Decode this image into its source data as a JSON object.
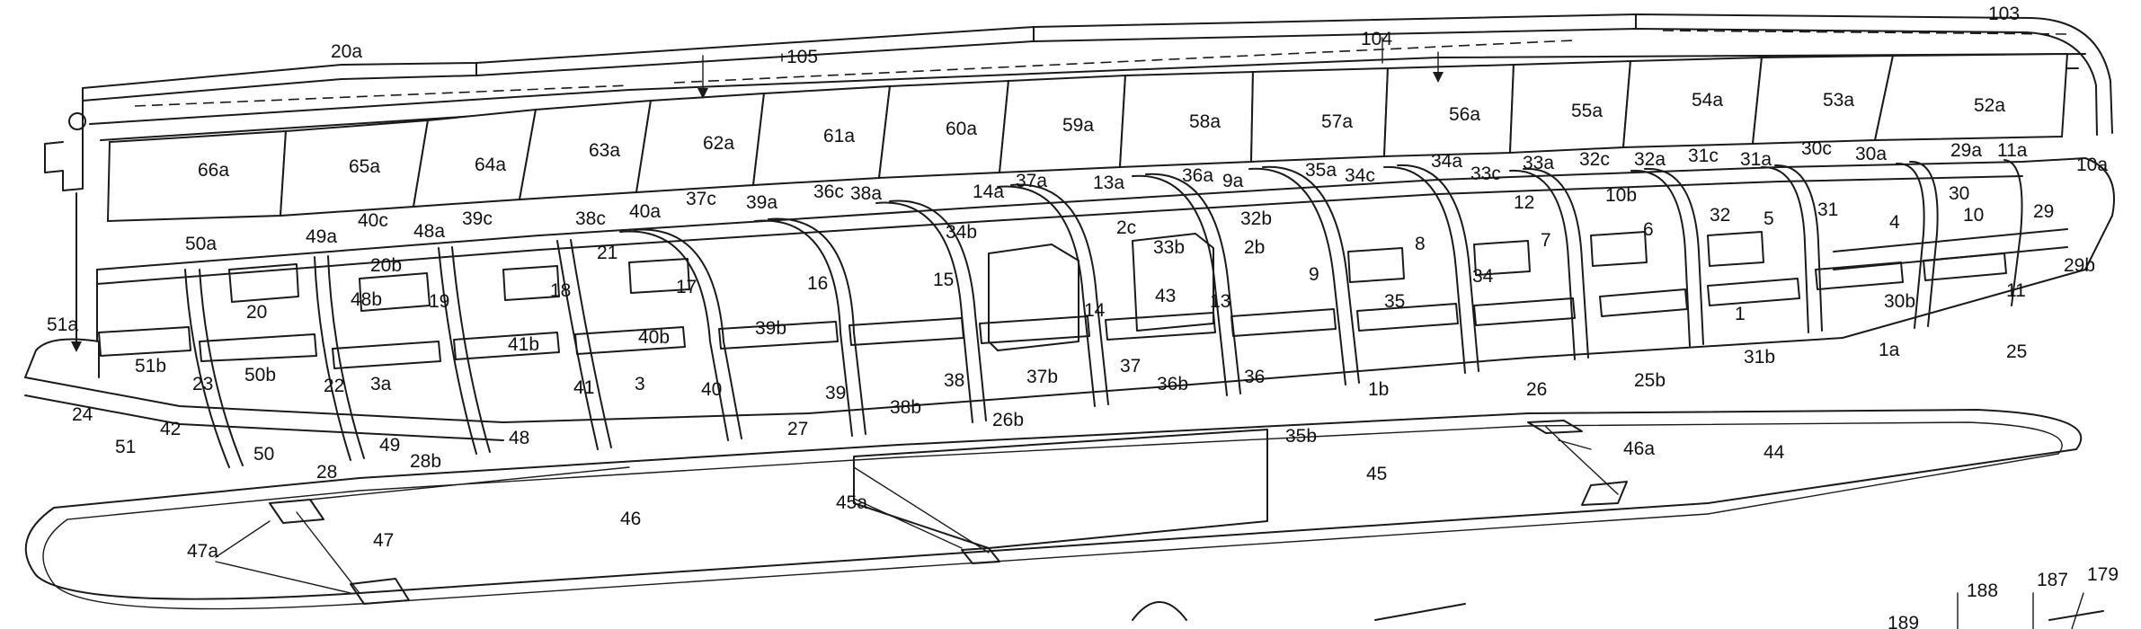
{
  "diagram": {
    "labels": [
      "103",
      "104",
      "105",
      "20a",
      "66a",
      "65a",
      "64a",
      "63a",
      "62a",
      "61a",
      "60a",
      "59a",
      "58a",
      "57a",
      "56a",
      "55a",
      "54a",
      "53a",
      "52a",
      "29a",
      "11a",
      "10a",
      "30c",
      "30a",
      "31c",
      "31a",
      "32c",
      "32a",
      "10b",
      "33a",
      "33c",
      "34a",
      "34c",
      "35a",
      "36a",
      "9a",
      "37a",
      "13a",
      "14a",
      "36c",
      "38a",
      "39a",
      "37c",
      "40a",
      "38c",
      "39c",
      "41",
      "40c",
      "48a",
      "49a",
      "50a",
      "20b",
      "21",
      "2c",
      "33b",
      "32b",
      "2b",
      "10",
      "29",
      "30",
      "4",
      "5",
      "31",
      "32",
      "6",
      "7",
      "12",
      "8",
      "34b",
      "34",
      "35",
      "9",
      "43",
      "13",
      "14",
      "15",
      "16",
      "17",
      "18",
      "19",
      "20",
      "48b",
      "41b",
      "40b",
      "39b",
      "3a",
      "3",
      "40",
      "41",
      "42",
      "23",
      "24",
      "50",
      "49",
      "28",
      "28b",
      "48",
      "51",
      "51b",
      "50b",
      "22",
      "51a",
      "29b",
      "11",
      "25",
      "1a",
      "30b",
      "1",
      "31b",
      "25b",
      "26",
      "1b",
      "36",
      "37",
      "36b",
      "37b",
      "38",
      "38b",
      "26b",
      "39",
      "27",
      "35b",
      "46a",
      "44",
      "45",
      "45a",
      "46",
      "47",
      "47a",
      "188",
      "187",
      "179",
      "189"
    ]
  }
}
